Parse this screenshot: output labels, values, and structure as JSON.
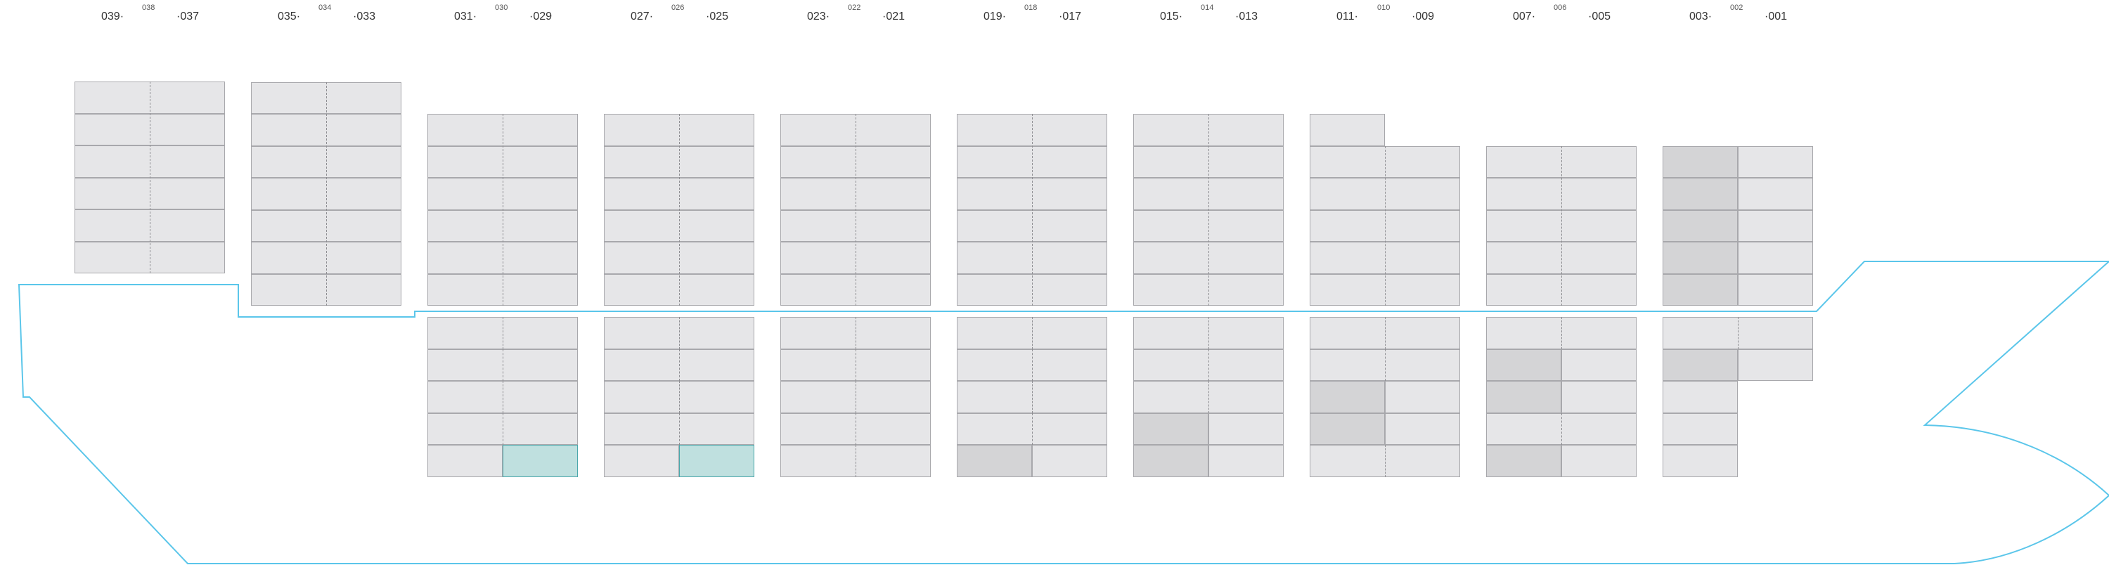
{
  "bays": [
    {
      "left": "039",
      "mid": "038",
      "right": "037"
    },
    {
      "left": "035",
      "mid": "034",
      "right": "033"
    },
    {
      "left": "031",
      "mid": "030",
      "right": "029"
    },
    {
      "left": "027",
      "mid": "026",
      "right": "025"
    },
    {
      "left": "023",
      "mid": "022",
      "right": "021"
    },
    {
      "left": "019",
      "mid": "018",
      "right": "017"
    },
    {
      "left": "015",
      "mid": "014",
      "right": "013"
    },
    {
      "left": "011",
      "mid": "010",
      "right": "009"
    },
    {
      "left": "007",
      "mid": "006",
      "right": "005"
    },
    {
      "left": "003",
      "mid": "002",
      "right": "001"
    }
  ],
  "colors": {
    "empty": "#e6e6e8",
    "occupied": "#d4d4d6",
    "highlight": "#bfe0df",
    "highlight_border": "#4aa7ab",
    "hull": "#5bc6ea"
  }
}
